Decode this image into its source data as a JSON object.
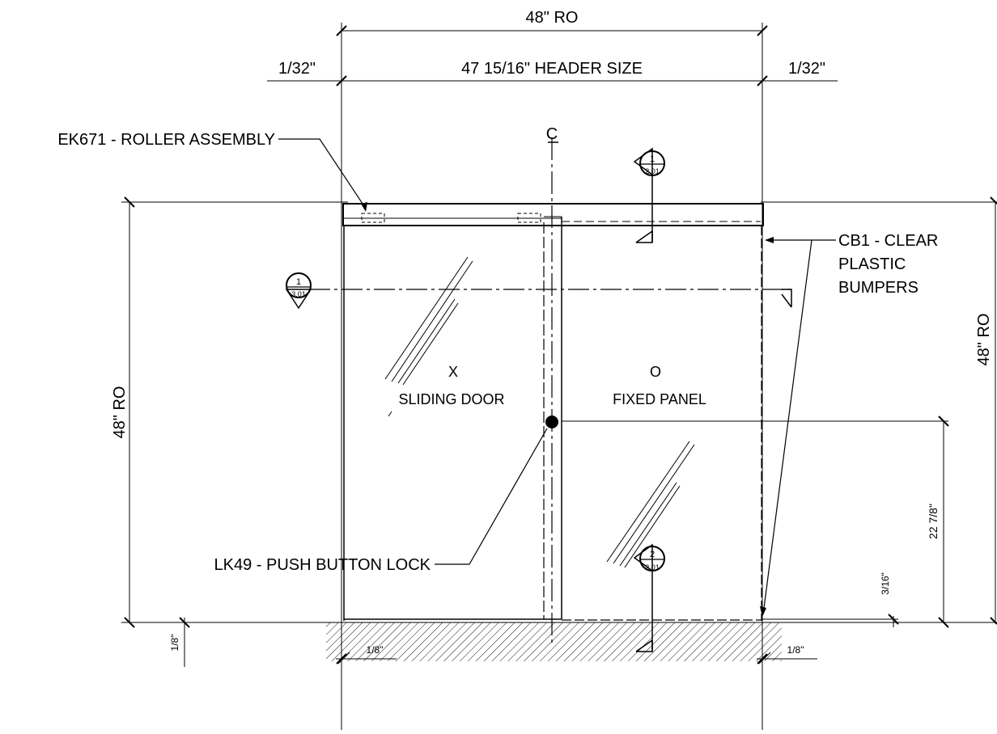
{
  "dimensions": {
    "top_ro": "48\"  RO",
    "header_size": "47 15/16\" HEADER SIZE",
    "left_gap": "1/32\"",
    "right_gap": "1/32\"",
    "left_ro": "48\"  RO",
    "right_ro": "48\"  RO",
    "lock_height": "22 7/8\"",
    "bumper_gap": "3/16\"",
    "floor_offset": "1/8\"",
    "bottom_left": "1/8\"",
    "bottom_right": "1/8\""
  },
  "callouts": {
    "roller": "EK671 - ROLLER ASSEMBLY",
    "bumpers_line1": "CB1 - CLEAR",
    "bumpers_line2": "PLASTIC",
    "bumpers_line3": "BUMPERS",
    "lock": "LK49 - PUSH BUTTON LOCK"
  },
  "panels": {
    "door_mark": "X",
    "door_label": "SLIDING DOOR",
    "fixed_mark": "O",
    "fixed_label": "FIXED PANEL"
  },
  "centerline": "C",
  "sections": {
    "s1_num": "1",
    "s1_sheet": "2.01",
    "s2_num": "1",
    "s2_sheet": "3.01",
    "s3_num": "2",
    "s3_sheet": "2.01"
  }
}
